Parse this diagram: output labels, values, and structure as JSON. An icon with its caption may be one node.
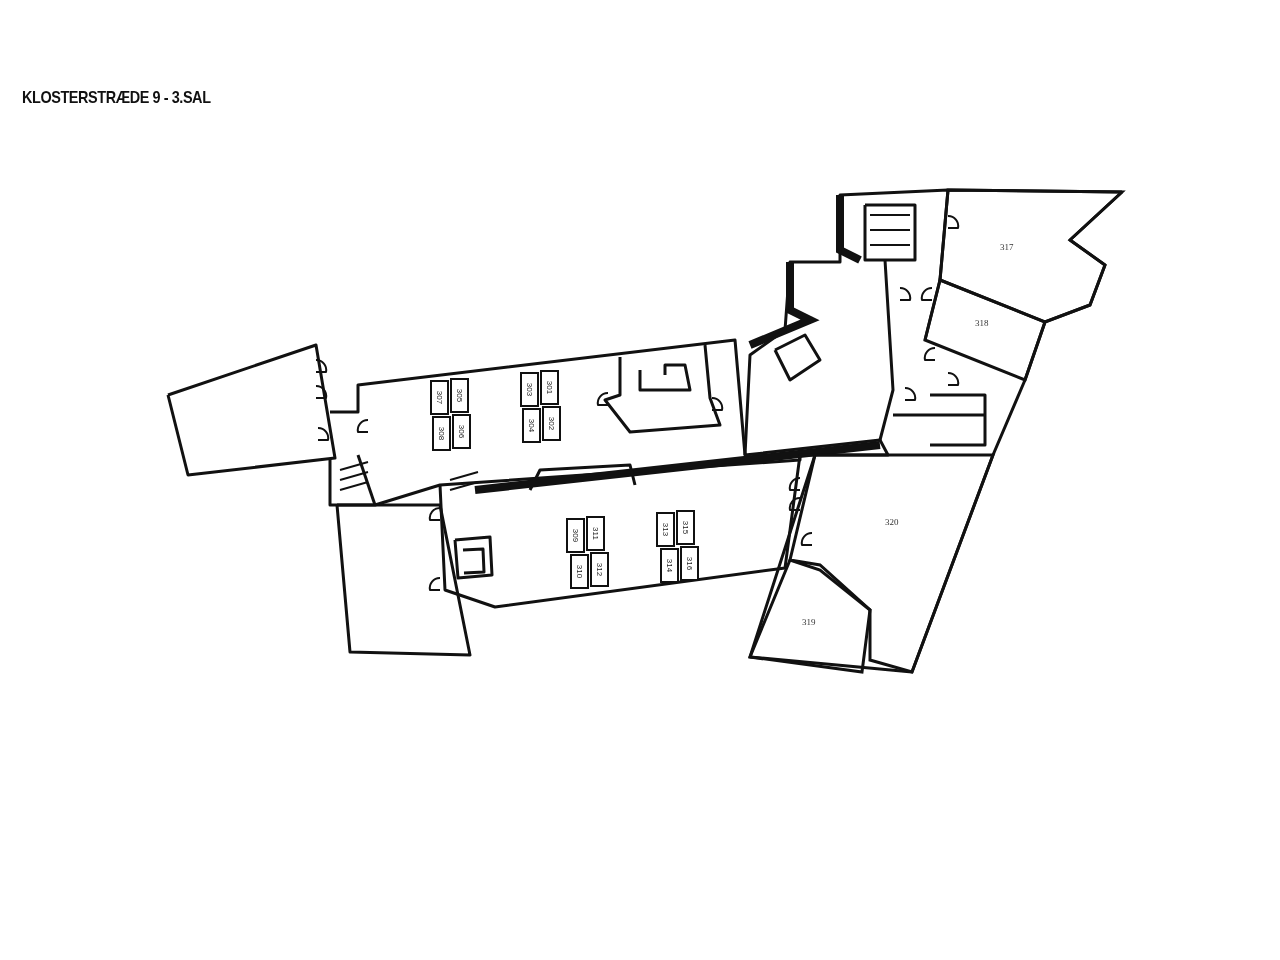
{
  "diagram": {
    "title": "KLOSTERSTRÆDE 9 - 3.SAL",
    "nodes": [
      {
        "text": [
          "307"
        ]
      },
      {
        "text": [
          "305"
        ]
      },
      {
        "text": [
          "303"
        ]
      },
      {
        "text": [
          "301"
        ]
      },
      {
        "text": [
          "308"
        ]
      },
      {
        "text": [
          "306"
        ]
      },
      {
        "text": [
          "304"
        ]
      },
      {
        "text": [
          "302"
        ]
      },
      {
        "text": [
          "317"
        ]
      },
      {
        "text": [
          "318"
        ]
      },
      {
        "text": [
          "309"
        ]
      },
      {
        "text": [
          "311"
        ]
      },
      {
        "text": [
          "313"
        ]
      },
      {
        "text": [
          "315"
        ]
      },
      {
        "text": [
          "320"
        ]
      },
      {
        "text": [
          "310"
        ]
      },
      {
        "text": [
          "312"
        ]
      },
      {
        "text": [
          "314"
        ]
      },
      {
        "text": [
          "316"
        ]
      },
      {
        "text": [
          "319"
        ]
      }
    ]
  }
}
